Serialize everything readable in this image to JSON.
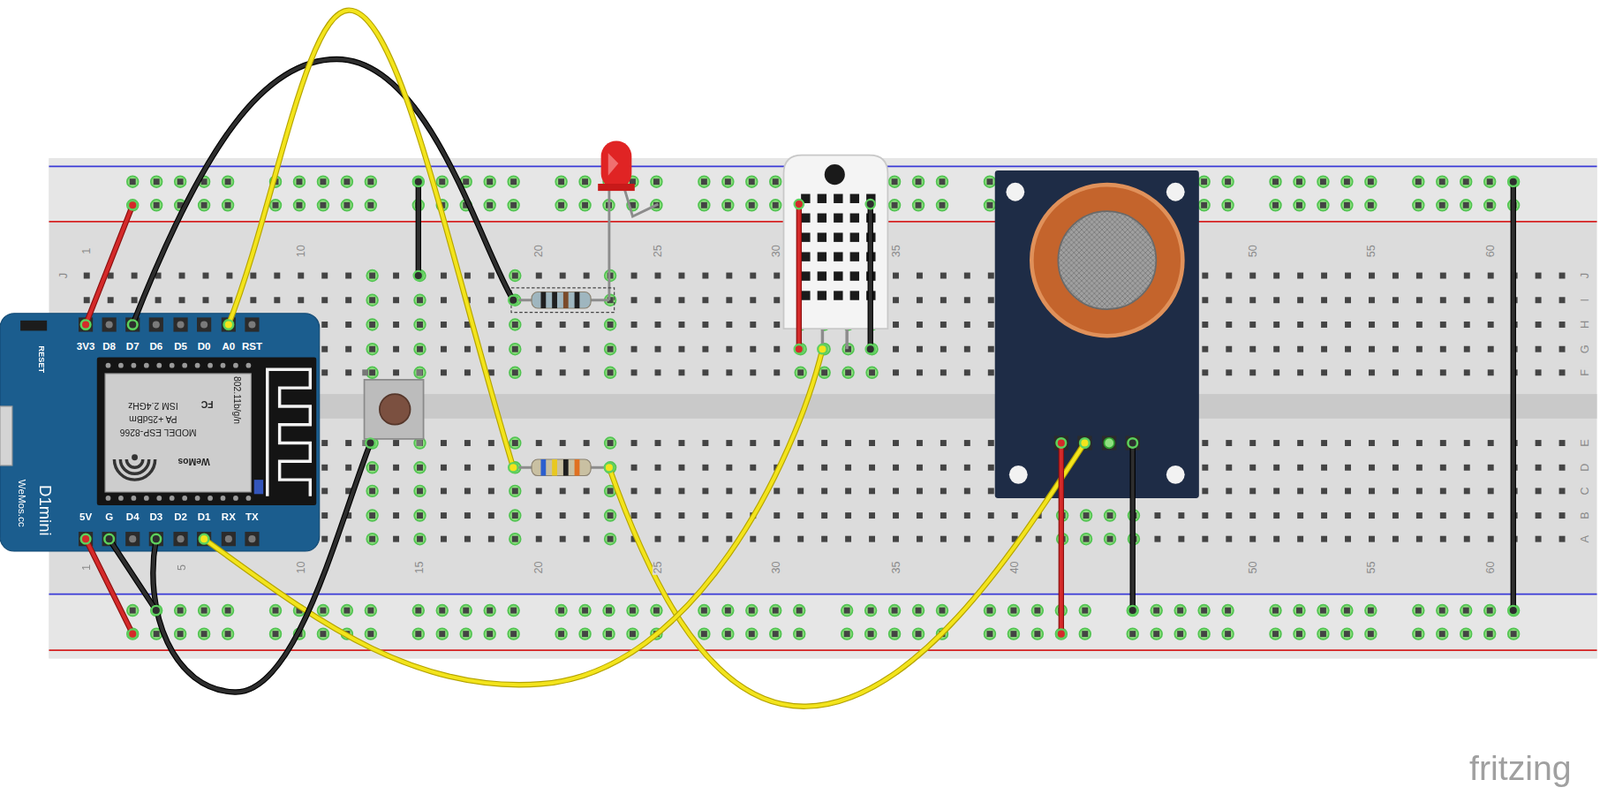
{
  "diagram": {
    "nodes": [
      {
        "text": [
          "3V3",
          "D8",
          "D7",
          "D6",
          "D5",
          "D0",
          "A0",
          "RST",
          "RESET",
          "5V",
          "G",
          "D4",
          "D3",
          "D2",
          "D1",
          "RX",
          "TX",
          "D1mini",
          "WeMos.cc"
        ]
      },
      {
        "text": [
          "802.11b/g/n",
          "FC",
          "ISM 2.4GHz",
          "PA +25dBm",
          "MODEL ESP-8266",
          "WeMos"
        ],
        "in": 0
      }
    ],
    "labels": [
      "1",
      "10",
      "20",
      "25",
      "30",
      "35",
      "50",
      "55",
      "60",
      "J",
      "J",
      "I",
      "H",
      "G",
      "F",
      "E",
      "D",
      "C",
      "B",
      "A",
      "1",
      "5",
      "10",
      "15",
      "20",
      "25",
      "30",
      "35",
      "40",
      "50",
      "55",
      "60",
      "fritzing"
    ]
  }
}
